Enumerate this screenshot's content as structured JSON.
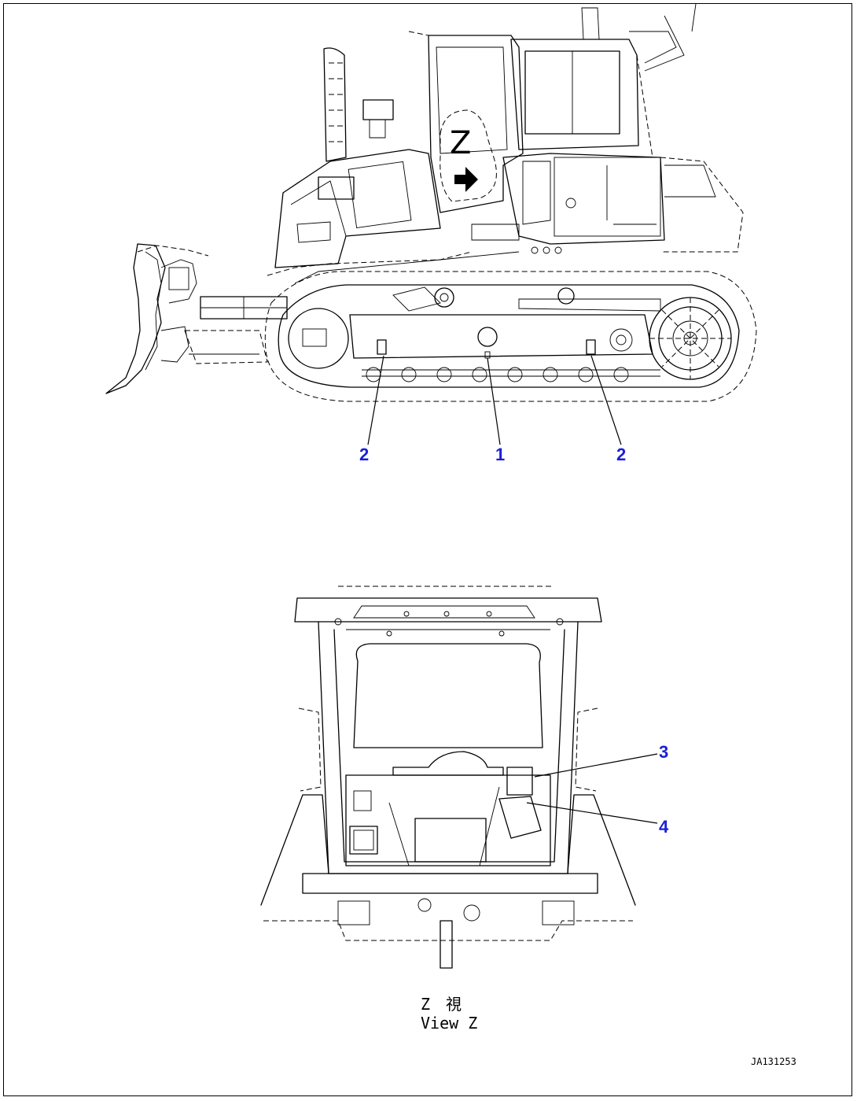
{
  "figure": {
    "view_marker_letter": "Z",
    "view_caption_jp": "Z　視",
    "view_caption_en": "View Z",
    "drawing_code": "JA131253"
  },
  "callouts": {
    "c1": "2",
    "c2": "1",
    "c3": "2",
    "c4": "3",
    "c5": "4"
  }
}
